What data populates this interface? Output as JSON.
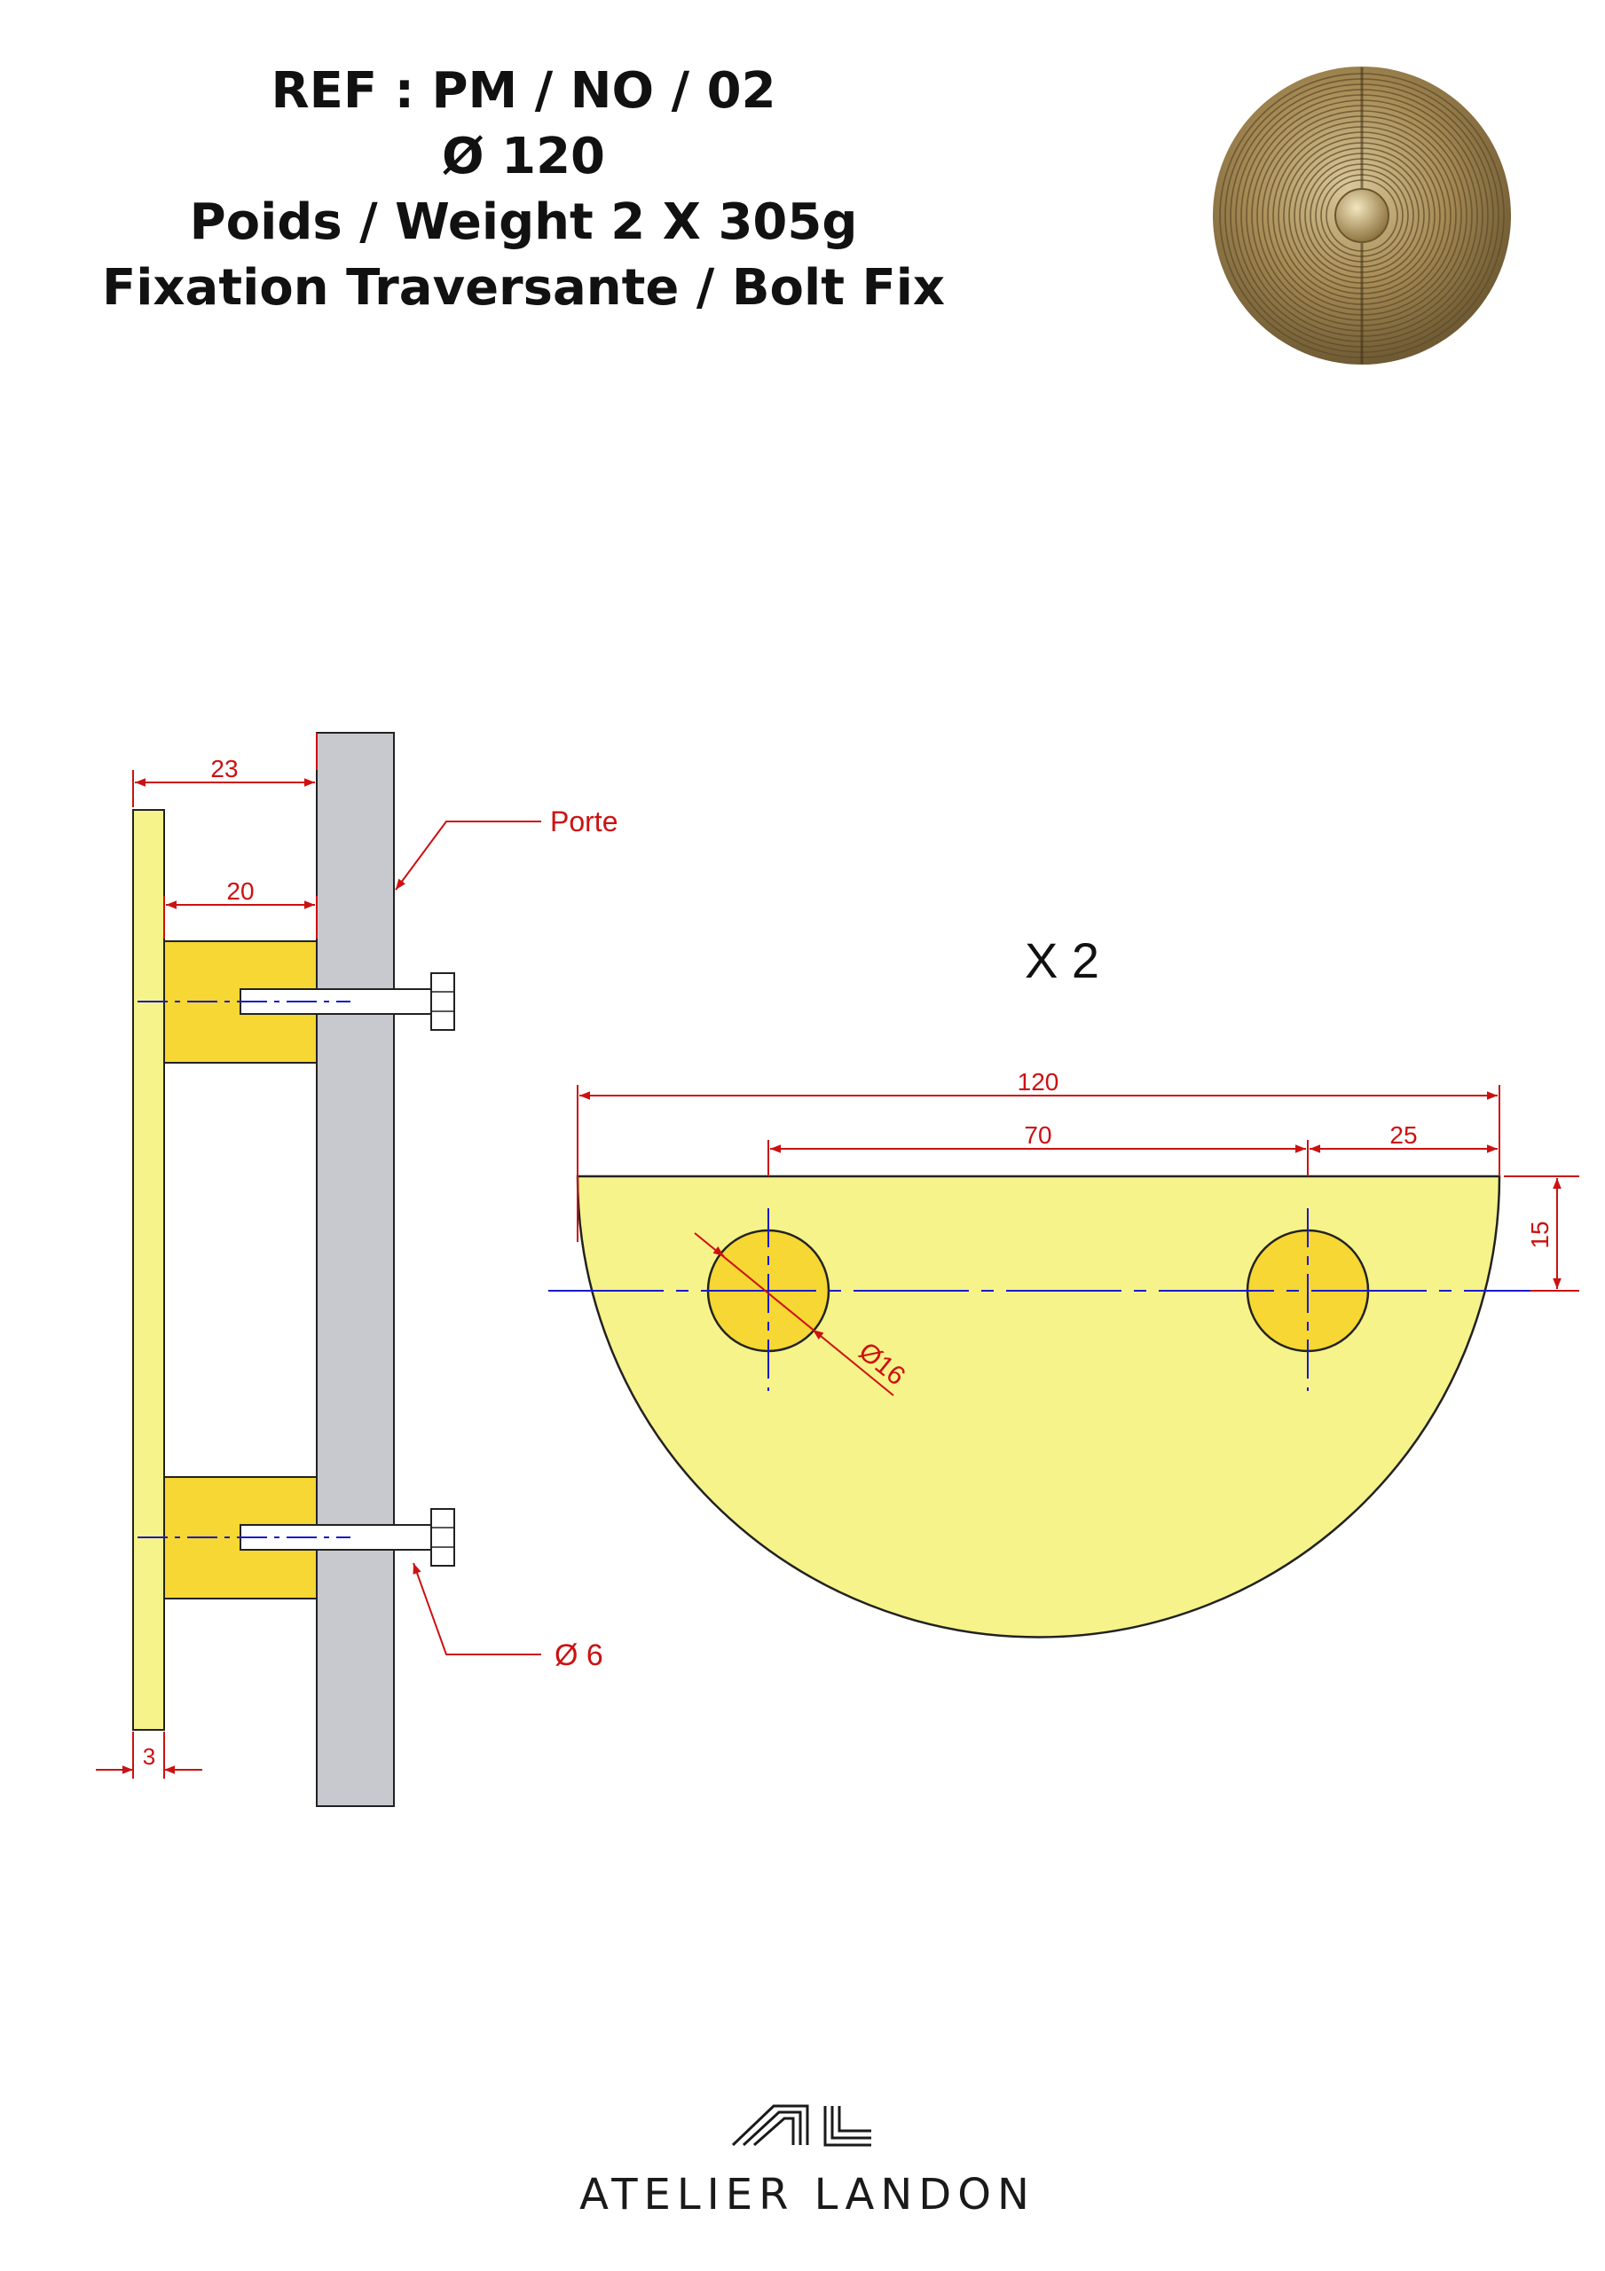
{
  "header": {
    "ref": "REF : PM / NO / 02",
    "diameter": "Ø 120",
    "weight": "Poids /  Weight 2 X 305g",
    "fixation": "Fixation Traversante / Bolt Fix"
  },
  "side_view": {
    "dim_total": "23",
    "dim_spacer": "20",
    "dim_plate": "3",
    "door_label": "Porte",
    "bolt_label": "Ø 6"
  },
  "front_view": {
    "quantity": "X 2",
    "dim_width": "120",
    "dim_holes": "70",
    "dim_edge": "25",
    "dim_offset": "15",
    "dim_hole_diameter": "Ø16"
  },
  "brand": {
    "monogram": "AL",
    "name": "ATELIER LANDON"
  },
  "colors": {
    "plate_yellow": "#f6f38a",
    "spacer_yellow": "#f6d733",
    "door_gray": "#c8c9ce",
    "dimension_red": "#cc1111",
    "centerline_blue": "#1a1acc"
  }
}
